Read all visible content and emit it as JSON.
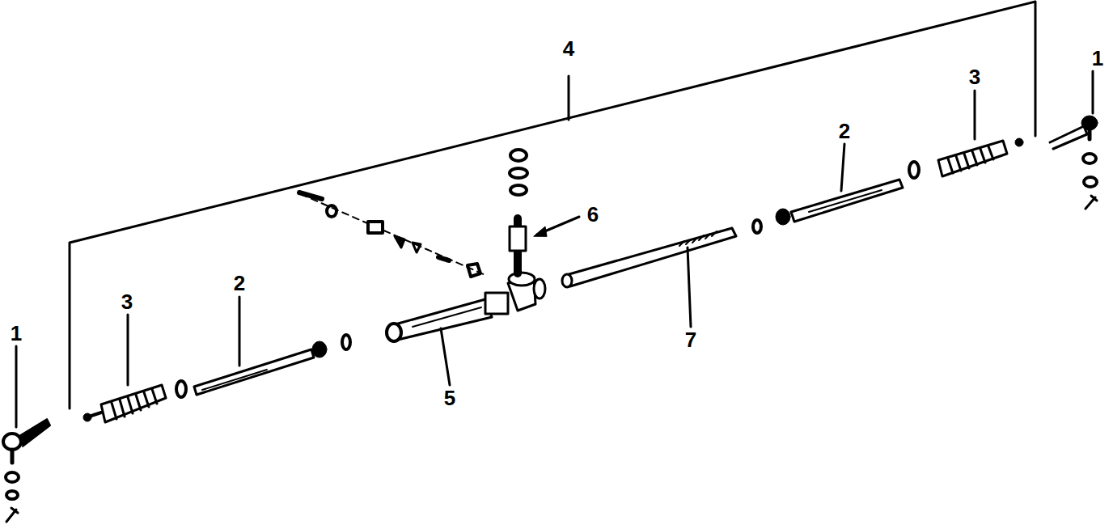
{
  "diagram": {
    "labels": [
      "4",
      "1",
      "3",
      "2",
      "6",
      "2",
      "3",
      "7",
      "5",
      "1"
    ]
  }
}
